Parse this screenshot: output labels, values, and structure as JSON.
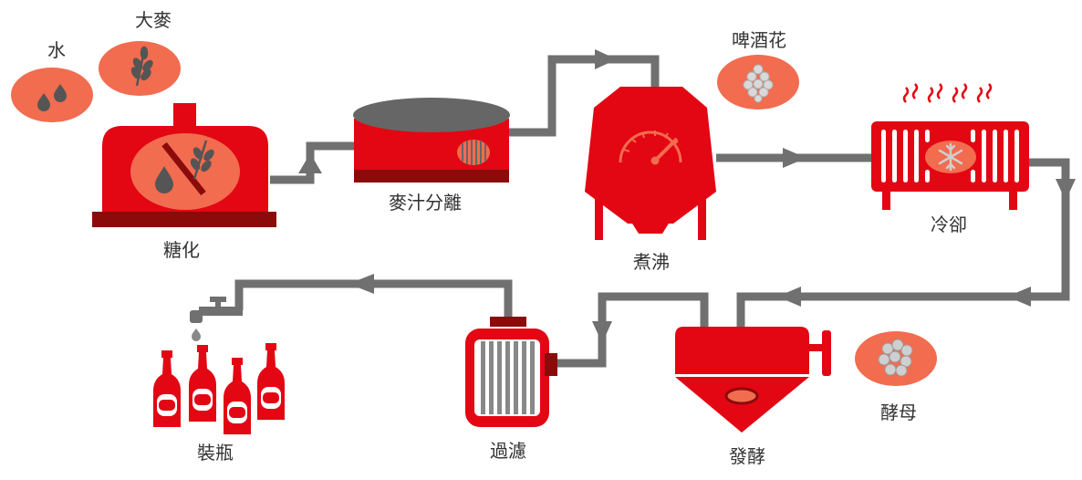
{
  "colors": {
    "red": "#e30613",
    "dark_red": "#8b0b0b",
    "salmon": "#f26c4f",
    "pipe": "#707070",
    "text": "#333333"
  },
  "labels": {
    "water": "水",
    "barley": "大麥",
    "hops": "啤酒花",
    "mashing": "糖化",
    "lautering": "麥汁分離",
    "boiling": "煮沸",
    "cooling": "冷卻",
    "yeast": "酵母",
    "fermentation": "發酵",
    "filtration": "過濾",
    "bottling": "裝瓶"
  },
  "icons": {
    "water": "water-drops-icon",
    "barley": "wheat-ear-icon",
    "hops": "hop-cone-icon",
    "yeast": "yeast-cells-icon",
    "gauge": "pressure-gauge-icon",
    "snowflake": "snowflake-icon",
    "tap": "faucet-icon"
  }
}
